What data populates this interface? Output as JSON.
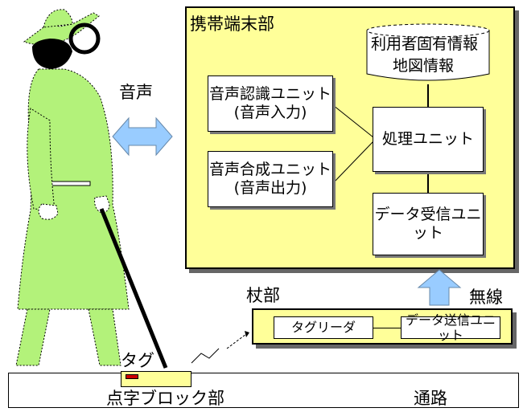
{
  "labels": {
    "voice": "音声",
    "wireless": "無線",
    "tag": "タグ",
    "tactile_block": "点字ブロック部",
    "road": "通路"
  },
  "mobile_terminal": {
    "title": "携帯端末部",
    "database": [
      "利用者固有情報",
      "地図情報"
    ],
    "speech_recognition": [
      "音声認識ユニット",
      "(音声入力)"
    ],
    "speech_synthesis": [
      "音声合成ユニット",
      "(音声出力)"
    ],
    "processing": "処理ユニット",
    "data_receiver": "データ受信ユニット"
  },
  "cane": {
    "title": "杖部",
    "tag_reader": "タグリーダ",
    "data_transmitter": "データ送信ユニット"
  },
  "colors": {
    "figure_fill": "#b3f27a",
    "panel_fill": "#ffff99",
    "arrow_fill": "#99ccff",
    "tag_fill": "#cc0000"
  }
}
